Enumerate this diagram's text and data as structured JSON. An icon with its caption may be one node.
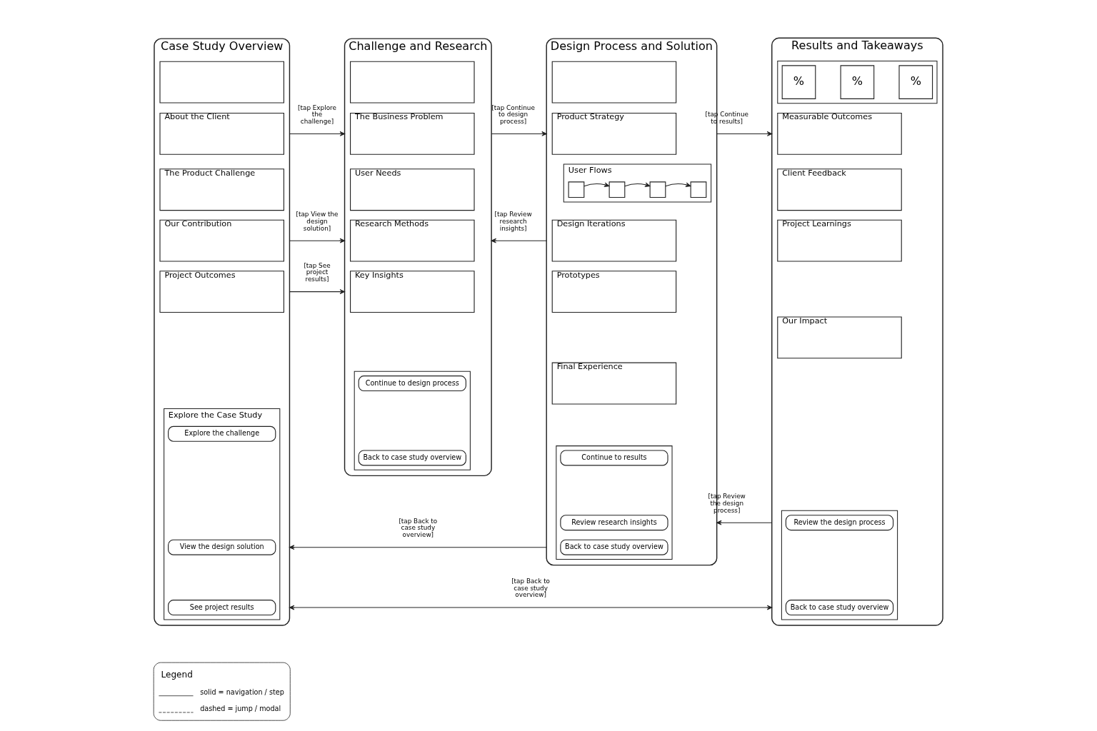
{
  "diagram": {
    "nodes": [
      {
        "text": [
          "Case Study Overview"
        ]
      },
      {
        "text": [],
        "shape": "box",
        "in": 0
      },
      {
        "text": [
          "About the Client"
        ],
        "in": 0
      },
      {
        "text": [
          "The Product Challenge"
        ],
        "in": 0
      },
      {
        "text": [
          "Our Contribution"
        ],
        "in": 0
      },
      {
        "text": [
          "Project Outcomes"
        ],
        "in": 0
      },
      {
        "text": [
          "Explore the Case Study"
        ],
        "in": 0
      },
      {
        "text": [
          "Explore the challenge"
        ],
        "in": 6
      },
      {
        "text": [
          "View the design solution"
        ],
        "in": 6
      },
      {
        "text": [
          "See project results"
        ],
        "in": 6
      },
      {
        "text": [
          "Challenge and Research"
        ]
      },
      {
        "text": [],
        "shape": "box",
        "in": 10
      },
      {
        "text": [
          "The Business Problem"
        ],
        "in": 10
      },
      {
        "text": [
          "User Needs"
        ],
        "in": 10
      },
      {
        "text": [
          "Research Methods"
        ],
        "in": 10
      },
      {
        "text": [
          "Key Insights"
        ],
        "in": 10
      },
      {
        "text": [],
        "shape": "box",
        "in": 10
      },
      {
        "text": [
          "Continue to design process"
        ],
        "in": 16
      },
      {
        "text": [
          "Back to case study overview"
        ],
        "in": 16
      },
      {
        "text": [
          "Design Process and Solution"
        ]
      },
      {
        "text": [],
        "shape": "box",
        "in": 19
      },
      {
        "text": [
          "Product Strategy"
        ],
        "in": 19
      },
      {
        "text": [
          "User Flows"
        ],
        "in": 19
      },
      {
        "text": [],
        "shape": "box",
        "in": 22
      },
      {
        "text": [],
        "shape": "box",
        "in": 22
      },
      {
        "text": [],
        "shape": "box",
        "in": 22
      },
      {
        "text": [],
        "shape": "box",
        "in": 22
      },
      {
        "text": [
          "Design Iterations"
        ],
        "in": 19
      },
      {
        "text": [
          "Prototypes"
        ],
        "in": 19
      },
      {
        "text": [
          "Final Experience"
        ],
        "in": 19
      },
      {
        "text": [],
        "shape": "box",
        "in": 19
      },
      {
        "text": [
          "Continue to results"
        ],
        "in": 30
      },
      {
        "text": [
          "Review research insights"
        ],
        "in": 30
      },
      {
        "text": [
          "Back to case study overview"
        ],
        "in": 30
      },
      {
        "text": [
          "Results and Takeaways"
        ]
      },
      {
        "text": [],
        "shape": "box",
        "in": 34
      },
      {
        "text": [
          "%"
        ],
        "in": 35
      },
      {
        "text": [
          "%"
        ],
        "in": 35
      },
      {
        "text": [
          "%"
        ],
        "in": 35
      },
      {
        "text": [
          "Measurable Outcomes"
        ],
        "in": 34
      },
      {
        "text": [
          "Client Feedback"
        ],
        "in": 34
      },
      {
        "text": [
          "Project Learnings"
        ],
        "in": 34
      },
      {
        "text": [
          "Our Impact"
        ],
        "in": 34
      },
      {
        "text": [],
        "shape": "box",
        "in": 34
      },
      {
        "text": [
          "Review the design process"
        ],
        "in": 43
      },
      {
        "text": [
          "Back to case study overview"
        ],
        "in": 43
      }
    ],
    "edges": [
      {
        "from": 0,
        "to": 10,
        "arrow": "to",
        "label": "[tap Explore the challenge]"
      },
      {
        "from": 0,
        "to": 10,
        "arrow": "to",
        "label": "[tap View the design solution]"
      },
      {
        "from": 0,
        "to": 10,
        "arrow": "to",
        "label": "[tap See project results]"
      },
      {
        "from": 10,
        "to": 19,
        "arrow": "to",
        "label": "[tap Continue to design process]"
      },
      {
        "from": 19,
        "to": 10,
        "arrow": "to",
        "label": "[tap Review research insights]"
      },
      {
        "from": 23,
        "to": 24,
        "arrow": "to"
      },
      {
        "from": 24,
        "to": 25,
        "arrow": "to"
      },
      {
        "from": 25,
        "to": 26,
        "arrow": "to"
      },
      {
        "from": 19,
        "to": 34,
        "arrow": "to",
        "label": "[tap Continue to results]"
      },
      {
        "from": 34,
        "to": 19,
        "arrow": "to",
        "label": "[tap Review the design process]"
      },
      {
        "from": 19,
        "to": 0,
        "arrow": "to",
        "label": "[tap Back to case study overview]"
      },
      {
        "from": 34,
        "to": 0,
        "arrow": "both",
        "label": "[tap Back to case study overview]"
      }
    ],
    "labels": [
      "Legend"
    ],
    "legend": [
      {
        "text": "solid = navigation / step"
      },
      {
        "text": "dashed = jump / modal"
      }
    ]
  }
}
